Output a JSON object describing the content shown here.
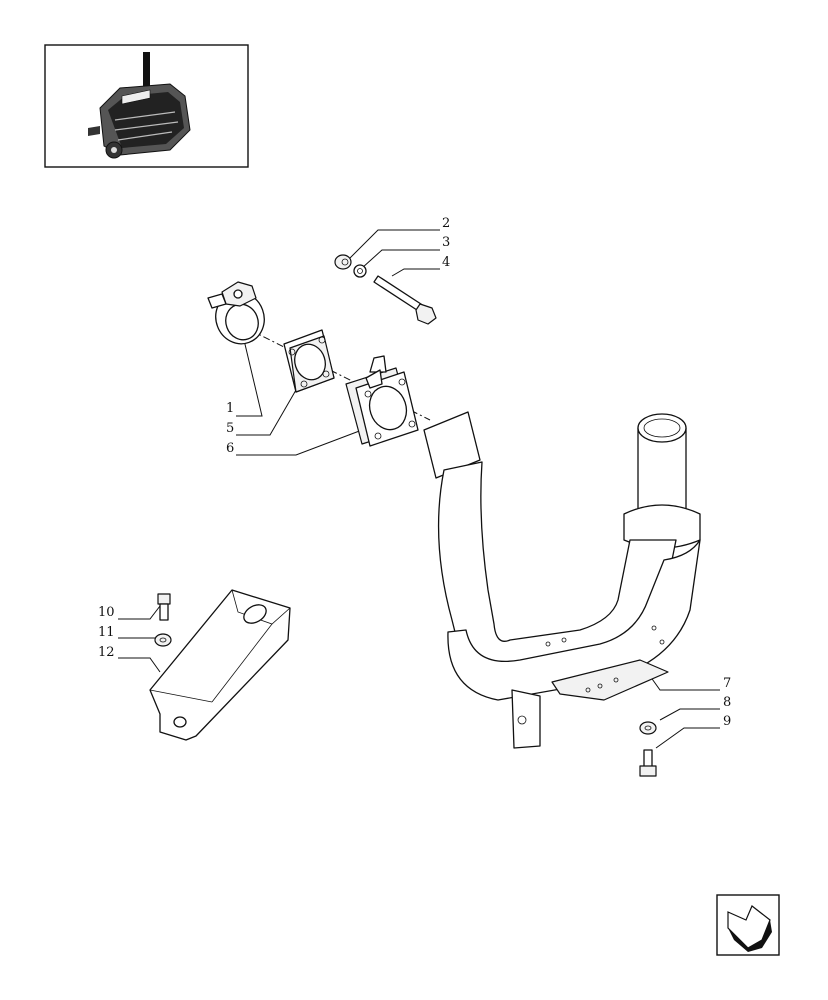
{
  "callouts": {
    "c1": "1",
    "c2": "2",
    "c3": "3",
    "c4": "4",
    "c5": "5",
    "c6": "6",
    "c7": "7",
    "c8": "8",
    "c9": "9",
    "c10": "10",
    "c11": "11",
    "c12": "12"
  },
  "icons": {
    "engine_thumbnail": "engine-thumbnail-icon",
    "navigation": "next-page-arrow-icon"
  }
}
